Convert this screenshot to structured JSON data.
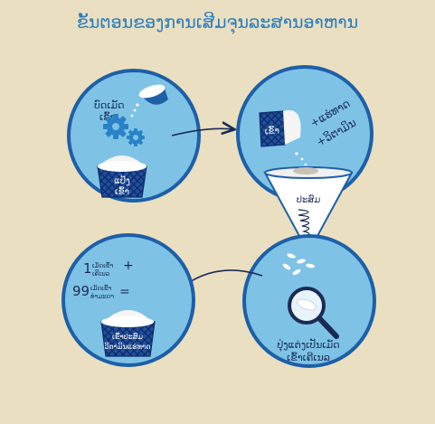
{
  "title": "ຂັ້ນຕອນຂອງການເສີມຈຸນລະສານອາຫານ",
  "step1": {
    "label_line1": "ບົດເມັດ",
    "label_line2": "ເຂົ້າ",
    "basket_line1": "ແປ້ງ",
    "basket_line2": "ເຂົ້າ"
  },
  "step2": {
    "tub_label": "ເຂົ້າ",
    "add_line1": "+ແຮ່ທາດ",
    "add_line2": "+ວິຕາມິນ"
  },
  "funnel": {
    "label": "ປະສົມ"
  },
  "step3": {
    "label_line1": "ປຸ່ງແຕ່ງເປັນເມັດ",
    "label_line2": "ເຂົ້າເຄີເນລ"
  },
  "step4": {
    "n1": "1",
    "n1_top": "ເມັດເຂົ້າ",
    "n1_bot": "ເຄີເນລ",
    "plus": "+",
    "n2": "99",
    "n2_top": "ເມັດເຂົ້າ",
    "n2_bot": "ທໍາມະດາ",
    "equals": "=",
    "basket_line1": "ເຂົ້າປະສົມ",
    "basket_line2": "ວິຕາມິນແຮ່ທາດ"
  },
  "colors": {
    "background": "#eadfc0",
    "circle_fill": "#7ec3e6",
    "circle_ring": "#1d5fa8",
    "title": "#2a7fc1",
    "text": "#1b2a55",
    "basket": "#1f4fa0"
  }
}
